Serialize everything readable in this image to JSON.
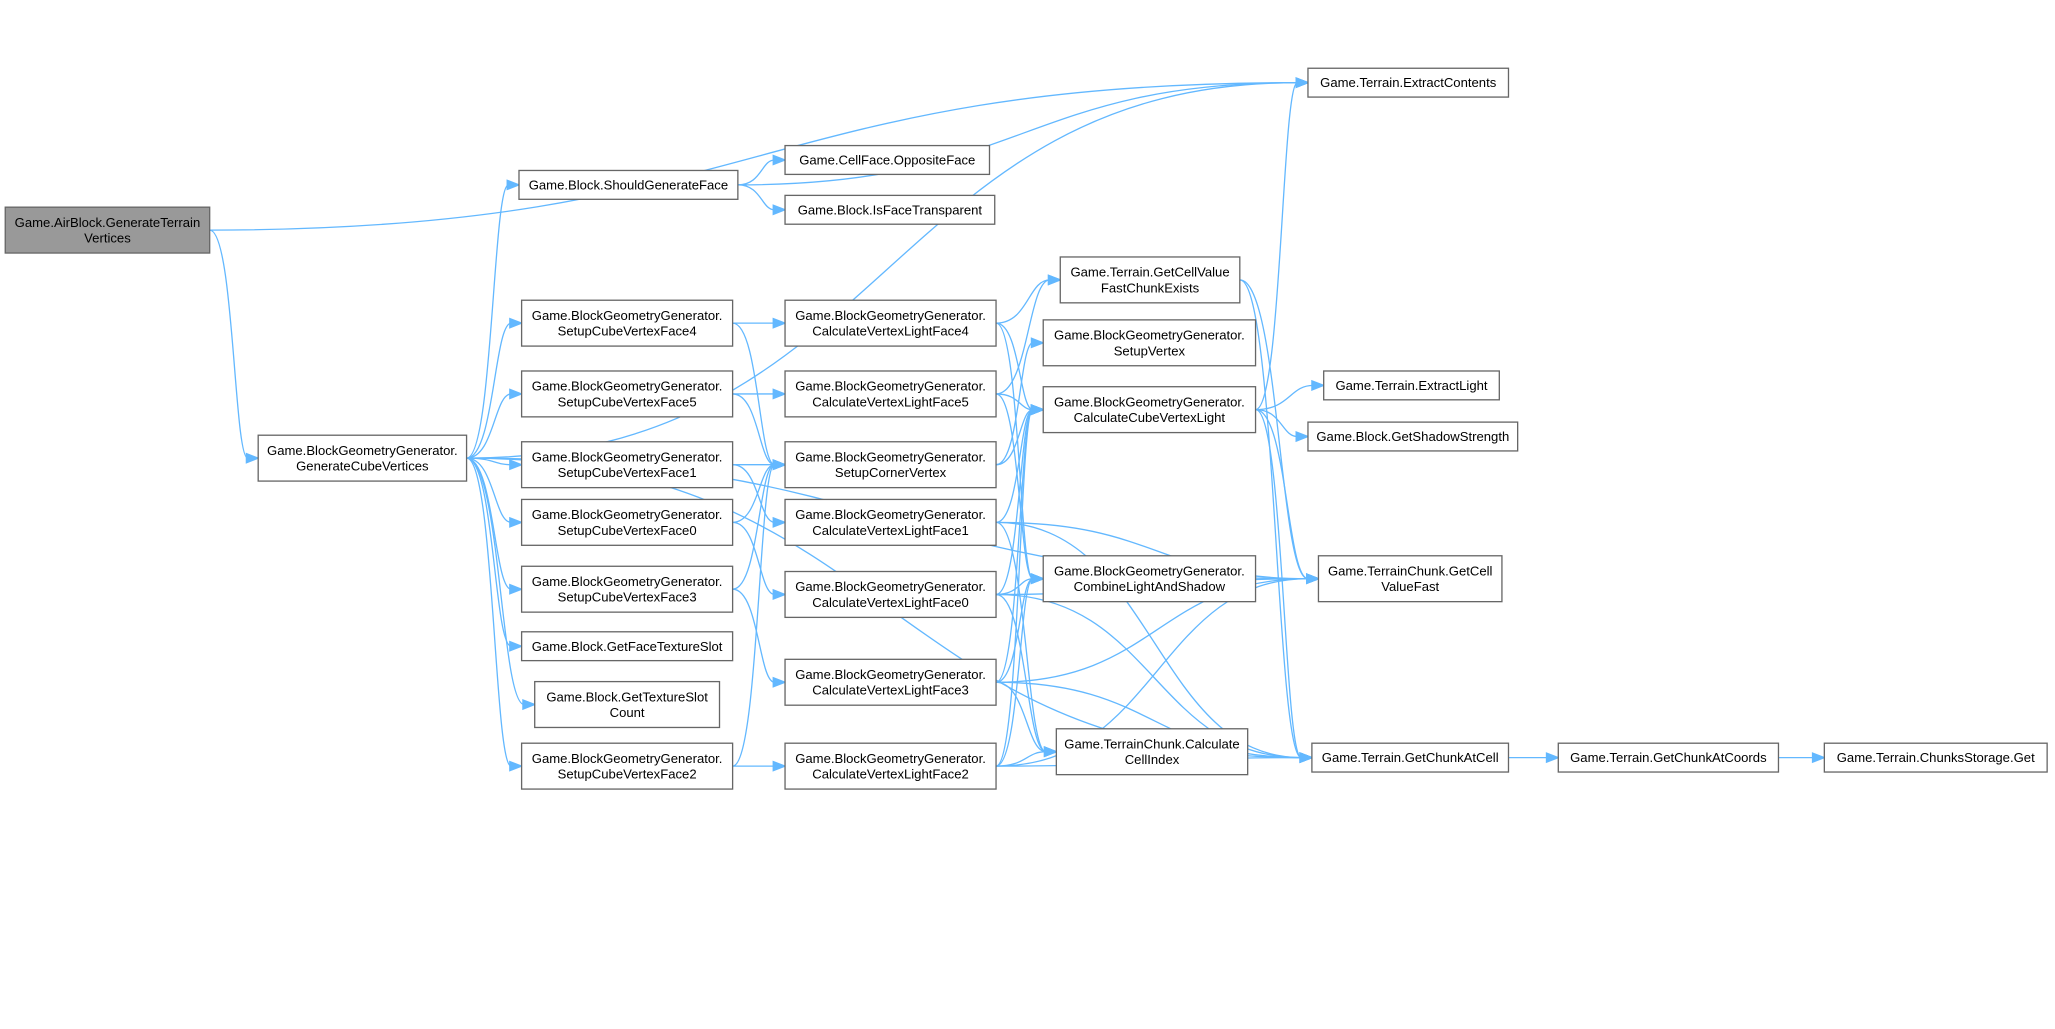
{
  "colors": {
    "edge": "#63b8ff",
    "root_fill": "#999999",
    "node_fill": "#ffffff",
    "node_border": "#666666"
  },
  "nodes": {
    "air": {
      "lines": [
        "Game.AirBlock.GenerateTerrain",
        "Vertices"
      ],
      "root": true
    },
    "gcv": {
      "lines": [
        "Game.BlockGeometryGenerator.",
        "GenerateCubeVertices"
      ]
    },
    "sgf": {
      "lines": [
        "Game.Block.ShouldGenerateFace"
      ]
    },
    "ec": {
      "lines": [
        "Game.Terrain.ExtractContents"
      ]
    },
    "of": {
      "lines": [
        "Game.CellFace.OppositeFace"
      ]
    },
    "ift": {
      "lines": [
        "Game.Block.IsFaceTransparent"
      ]
    },
    "s4": {
      "lines": [
        "Game.BlockGeometryGenerator.",
        "SetupCubeVertexFace4"
      ]
    },
    "s5": {
      "lines": [
        "Game.BlockGeometryGenerator.",
        "SetupCubeVertexFace5"
      ]
    },
    "s1": {
      "lines": [
        "Game.BlockGeometryGenerator.",
        "SetupCubeVertexFace1"
      ]
    },
    "s0": {
      "lines": [
        "Game.BlockGeometryGenerator.",
        "SetupCubeVertexFace0"
      ]
    },
    "s3": {
      "lines": [
        "Game.BlockGeometryGenerator.",
        "SetupCubeVertexFace3"
      ]
    },
    "gfts": {
      "lines": [
        "Game.Block.GetFaceTextureSlot"
      ]
    },
    "gtsc": {
      "lines": [
        "Game.Block.GetTextureSlot",
        "Count"
      ]
    },
    "s2": {
      "lines": [
        "Game.BlockGeometryGenerator.",
        "SetupCubeVertexFace2"
      ]
    },
    "c4": {
      "lines": [
        "Game.BlockGeometryGenerator.",
        "CalculateVertexLightFace4"
      ]
    },
    "c5": {
      "lines": [
        "Game.BlockGeometryGenerator.",
        "CalculateVertexLightFace5"
      ]
    },
    "scv": {
      "lines": [
        "Game.BlockGeometryGenerator.",
        "SetupCornerVertex"
      ]
    },
    "c1": {
      "lines": [
        "Game.BlockGeometryGenerator.",
        "CalculateVertexLightFace1"
      ]
    },
    "c0": {
      "lines": [
        "Game.BlockGeometryGenerator.",
        "CalculateVertexLightFace0"
      ]
    },
    "c3": {
      "lines": [
        "Game.BlockGeometryGenerator.",
        "CalculateVertexLightFace3"
      ]
    },
    "c2": {
      "lines": [
        "Game.BlockGeometryGenerator.",
        "CalculateVertexLightFace2"
      ]
    },
    "gce": {
      "lines": [
        "Game.Terrain.GetCellValue",
        "FastChunkExists"
      ]
    },
    "sv": {
      "lines": [
        "Game.BlockGeometryGenerator.",
        "SetupVertex"
      ]
    },
    "ccvl": {
      "lines": [
        "Game.BlockGeometryGenerator.",
        "CalculateCubeVertexLight"
      ]
    },
    "clas": {
      "lines": [
        "Game.BlockGeometryGenerator.",
        "CombineLightAndShadow"
      ]
    },
    "cci": {
      "lines": [
        "Game.TerrainChunk.Calculate",
        "CellIndex"
      ]
    },
    "el": {
      "lines": [
        "Game.Terrain.ExtractLight"
      ]
    },
    "gss": {
      "lines": [
        "Game.Block.GetShadowStrength"
      ]
    },
    "gcvf": {
      "lines": [
        "Game.TerrainChunk.GetCell",
        "ValueFast"
      ]
    },
    "gcac": {
      "lines": [
        "Game.Terrain.GetChunkAtCell"
      ]
    },
    "gcaco": {
      "lines": [
        "Game.Terrain.GetChunkAtCoords"
      ]
    },
    "csg": {
      "lines": [
        "Game.Terrain.ChunksStorage.Get"
      ]
    }
  },
  "edges": [
    [
      "air",
      "ec"
    ],
    [
      "air",
      "gcv"
    ],
    [
      "gcv",
      "ec"
    ],
    [
      "gcv",
      "sgf"
    ],
    [
      "gcv",
      "gcvf"
    ],
    [
      "gcv",
      "s4"
    ],
    [
      "gcv",
      "s5"
    ],
    [
      "gcv",
      "s1"
    ],
    [
      "gcv",
      "s0"
    ],
    [
      "gcv",
      "s3"
    ],
    [
      "gcv",
      "gfts"
    ],
    [
      "gcv",
      "gtsc"
    ],
    [
      "gcv",
      "s2"
    ],
    [
      "gcv",
      "gcac"
    ],
    [
      "sgf",
      "ec"
    ],
    [
      "sgf",
      "of"
    ],
    [
      "sgf",
      "ift"
    ],
    [
      "s4",
      "c4"
    ],
    [
      "s4",
      "scv"
    ],
    [
      "s5",
      "c5"
    ],
    [
      "s5",
      "scv"
    ],
    [
      "s1",
      "scv"
    ],
    [
      "s1",
      "c1"
    ],
    [
      "s0",
      "scv"
    ],
    [
      "s0",
      "c0"
    ],
    [
      "s3",
      "scv"
    ],
    [
      "s3",
      "c3"
    ],
    [
      "s2",
      "c2"
    ],
    [
      "s2",
      "scv"
    ],
    [
      "c4",
      "gce"
    ],
    [
      "c4",
      "ccvl"
    ],
    [
      "c4",
      "clas"
    ],
    [
      "c5",
      "gce"
    ],
    [
      "c5",
      "ccvl"
    ],
    [
      "c5",
      "clas"
    ],
    [
      "scv",
      "sv"
    ],
    [
      "scv",
      "ccvl"
    ],
    [
      "c1",
      "ccvl"
    ],
    [
      "c1",
      "gcvf"
    ],
    [
      "c1",
      "cci"
    ],
    [
      "c1",
      "gcac"
    ],
    [
      "c0",
      "ccvl"
    ],
    [
      "c0",
      "clas"
    ],
    [
      "c0",
      "gcvf"
    ],
    [
      "c0",
      "cci"
    ],
    [
      "c0",
      "gcac"
    ],
    [
      "c3",
      "ccvl"
    ],
    [
      "c3",
      "clas"
    ],
    [
      "c3",
      "cci"
    ],
    [
      "c3",
      "gcvf"
    ],
    [
      "c3",
      "gcac"
    ],
    [
      "c2",
      "ccvl"
    ],
    [
      "c2",
      "clas"
    ],
    [
      "c2",
      "cci"
    ],
    [
      "c2",
      "gcvf"
    ],
    [
      "c2",
      "gcac"
    ],
    [
      "gce",
      "gcvf"
    ],
    [
      "gce",
      "gcac"
    ],
    [
      "ccvl",
      "ec"
    ],
    [
      "ccvl",
      "el"
    ],
    [
      "ccvl",
      "gss"
    ],
    [
      "ccvl",
      "gcvf"
    ],
    [
      "ccvl",
      "gcac"
    ],
    [
      "gcac",
      "gcaco"
    ],
    [
      "gcaco",
      "csg"
    ]
  ]
}
